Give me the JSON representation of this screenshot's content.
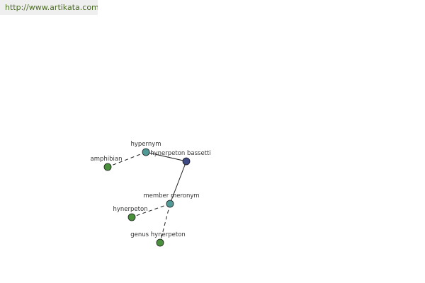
{
  "banner": {
    "url": "http://www.artikata.com",
    "color": "#4a6b22"
  },
  "colors": {
    "focus_node": "#3d4a86",
    "relation_node": "#4f9a96",
    "word_node": "#4a8f3c",
    "edge": "#222222"
  },
  "graph": {
    "nodes": [
      {
        "id": "focus",
        "label": "hynerpeton bassetti",
        "kind": "focus"
      },
      {
        "id": "hypernym",
        "label": "hypernym",
        "kind": "relation"
      },
      {
        "id": "amphibian",
        "label": "amphibian",
        "kind": "word"
      },
      {
        "id": "member-meronym",
        "label": "member meronym",
        "kind": "relation"
      },
      {
        "id": "hynerpeton",
        "label": "hynerpeton",
        "kind": "word"
      },
      {
        "id": "genus-hynerpeton",
        "label": "genus hynerpeton",
        "kind": "word"
      }
    ],
    "edges": [
      {
        "from": "focus",
        "to": "hypernym",
        "style": "solid"
      },
      {
        "from": "hypernym",
        "to": "amphibian",
        "style": "dashed"
      },
      {
        "from": "focus",
        "to": "member-meronym",
        "style": "solid"
      },
      {
        "from": "member-meronym",
        "to": "hynerpeton",
        "style": "dashed"
      },
      {
        "from": "member-meronym",
        "to": "genus-hynerpeton",
        "style": "dashed"
      }
    ]
  }
}
